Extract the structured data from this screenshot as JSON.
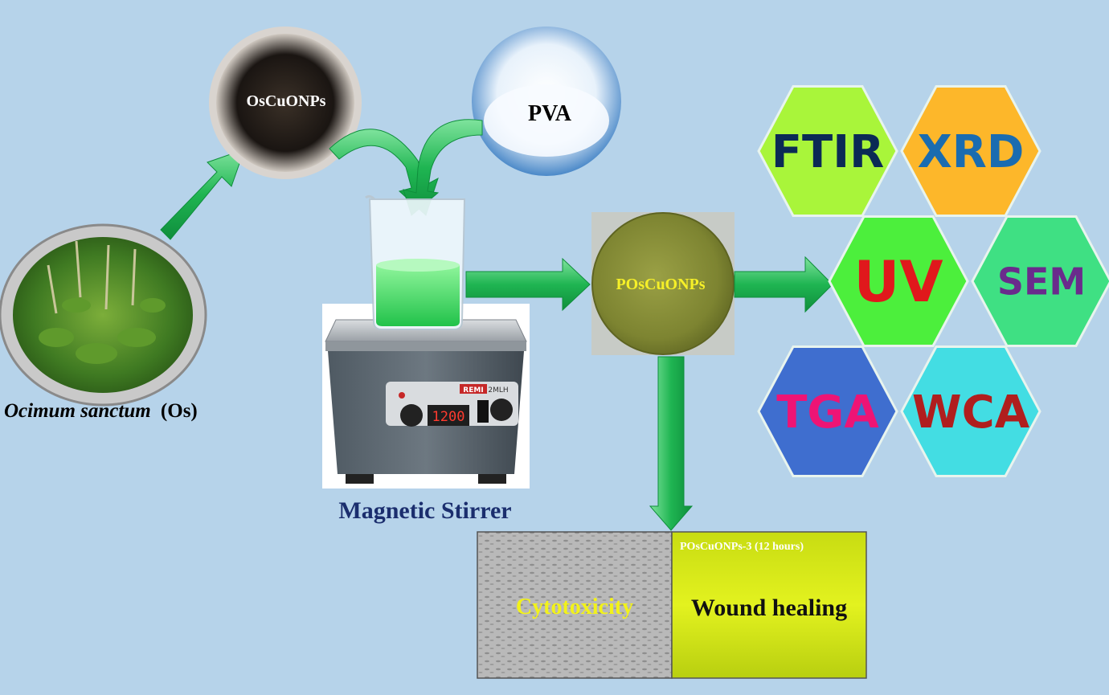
{
  "plant": {
    "name_italic": "Ocimum sanctum",
    "name_abbr": "(Os)"
  },
  "powders": {
    "nanoparticles": "OsCuONPs",
    "polymer": "PVA"
  },
  "equipment": {
    "label": "Magnetic Stirrer",
    "brand": "REMI",
    "model": "2MLH",
    "display_value": "1200"
  },
  "film": {
    "label": "POsCuONPs"
  },
  "characterization": [
    {
      "label": "FTIR",
      "fill": "#a9f53a",
      "text": "#0b2a55"
    },
    {
      "label": "XRD",
      "fill": "#fdb72a",
      "text": "#1a6cb0"
    },
    {
      "label": "UV",
      "fill": "#4cef3c",
      "text": "#e0181c"
    },
    {
      "label": "SEM",
      "fill": "#3fe083",
      "text": "#6a2b8c"
    },
    {
      "label": "TGA",
      "fill": "#3f6ecf",
      "text": "#ee1475"
    },
    {
      "label": "WCA",
      "fill": "#43dde3",
      "text": "#b01e1e"
    }
  ],
  "bio": {
    "left_label": "Cytotoxicity",
    "right_caption": "POsCuONPs-3 (12 hours)",
    "right_label": "Wound healing"
  },
  "colors": {
    "background": "#b6d3ea",
    "arrow": "#19b64e",
    "arrow_light": "#5fdc85",
    "title_blue": "#1b2e6e",
    "film_label": "#f6f028"
  }
}
